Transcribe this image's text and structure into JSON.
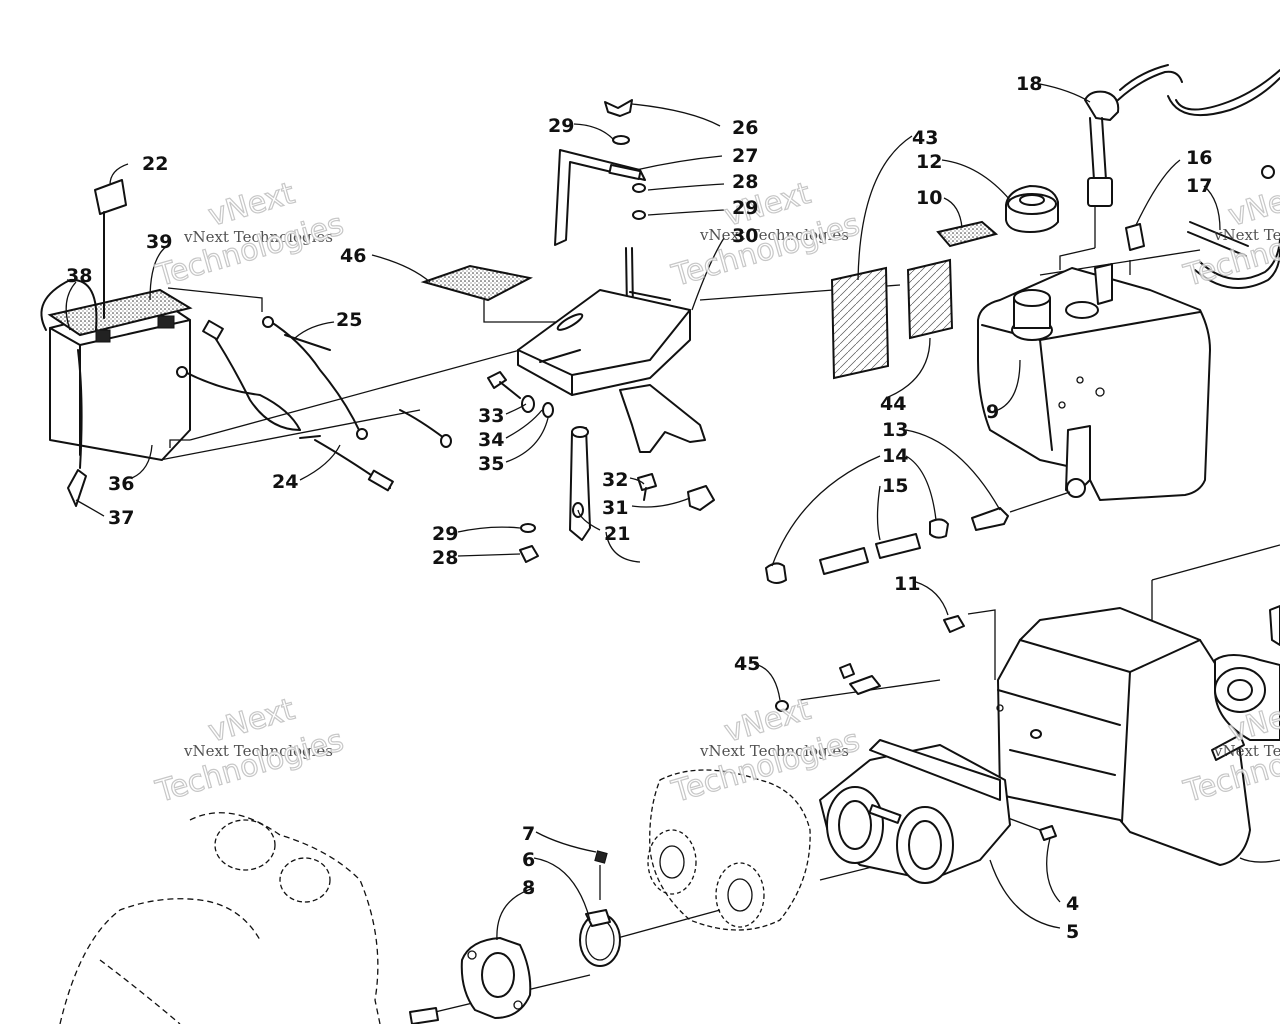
{
  "watermark": {
    "line1": "vNext Technologies",
    "big1": "vNext",
    "big2": "Technologies"
  },
  "callouts": [
    {
      "id": "22",
      "text": "22"
    },
    {
      "id": "39",
      "text": "39"
    },
    {
      "id": "38",
      "text": "38"
    },
    {
      "id": "36",
      "text": "36"
    },
    {
      "id": "37",
      "text": "37"
    },
    {
      "id": "46",
      "text": "46"
    },
    {
      "id": "25",
      "text": "25"
    },
    {
      "id": "24",
      "text": "24"
    },
    {
      "id": "29a",
      "text": "29"
    },
    {
      "id": "26",
      "text": "26"
    },
    {
      "id": "27",
      "text": "27"
    },
    {
      "id": "28a",
      "text": "28"
    },
    {
      "id": "29b",
      "text": "29"
    },
    {
      "id": "30",
      "text": "30"
    },
    {
      "id": "33",
      "text": "33"
    },
    {
      "id": "34",
      "text": "34"
    },
    {
      "id": "35",
      "text": "35"
    },
    {
      "id": "32",
      "text": "32"
    },
    {
      "id": "31",
      "text": "31"
    },
    {
      "id": "29c",
      "text": "29"
    },
    {
      "id": "28b",
      "text": "28"
    },
    {
      "id": "21",
      "text": "21"
    },
    {
      "id": "18",
      "text": "18"
    },
    {
      "id": "43",
      "text": "43"
    },
    {
      "id": "12",
      "text": "12"
    },
    {
      "id": "10",
      "text": "10"
    },
    {
      "id": "16",
      "text": "16"
    },
    {
      "id": "17",
      "text": "17"
    },
    {
      "id": "44",
      "text": "44"
    },
    {
      "id": "9",
      "text": "9"
    },
    {
      "id": "13",
      "text": "13"
    },
    {
      "id": "14",
      "text": "14"
    },
    {
      "id": "15",
      "text": "15"
    },
    {
      "id": "11",
      "text": "11"
    },
    {
      "id": "45",
      "text": "45"
    },
    {
      "id": "7",
      "text": "7"
    },
    {
      "id": "6",
      "text": "6"
    },
    {
      "id": "8",
      "text": "8"
    },
    {
      "id": "4",
      "text": "4"
    },
    {
      "id": "5",
      "text": "5"
    }
  ]
}
